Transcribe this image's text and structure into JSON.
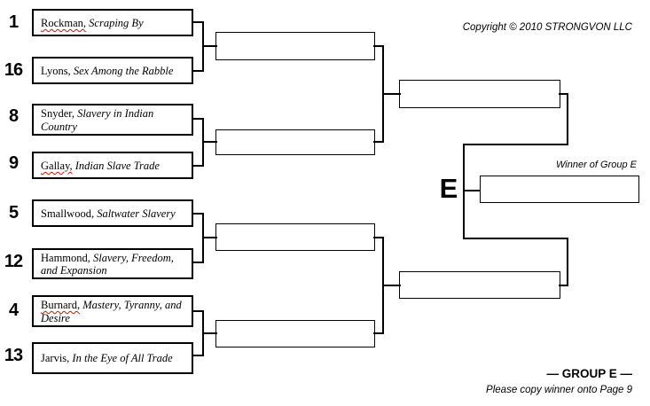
{
  "page": {
    "copyright": "Copyright © 2010 STRONGVON LLC",
    "winner_caption": "Winner of Group E",
    "group_letter": "E",
    "group_heading": "— GROUP E —",
    "instruction": "Please copy winner onto Page 9"
  },
  "entries": [
    {
      "seed": "1",
      "author": "Rockman,",
      "title": "Scraping By",
      "spellcheck_underline": true
    },
    {
      "seed": "16",
      "author": "Lyons,",
      "title": "Sex Among the Rabble",
      "spellcheck_underline": false
    },
    {
      "seed": "8",
      "author": "Snyder,",
      "title": "Slavery in Indian Country",
      "spellcheck_underline": false
    },
    {
      "seed": "9",
      "author": "Gallay,",
      "title": "Indian Slave Trade",
      "spellcheck_underline": true
    },
    {
      "seed": "5",
      "author": "Smallwood,",
      "title": "Saltwater Slavery",
      "spellcheck_underline": false
    },
    {
      "seed": "12",
      "author": "Hammond,",
      "title": "Slavery, Freedom, and Expansion",
      "spellcheck_underline": false
    },
    {
      "seed": "4",
      "author": "Burnard,",
      "title": "Mastery, Tyranny, and Desire",
      "spellcheck_underline": true
    },
    {
      "seed": "13",
      "author": "Jarvis,",
      "title": "In the Eye of All Trade",
      "spellcheck_underline": false
    }
  ]
}
